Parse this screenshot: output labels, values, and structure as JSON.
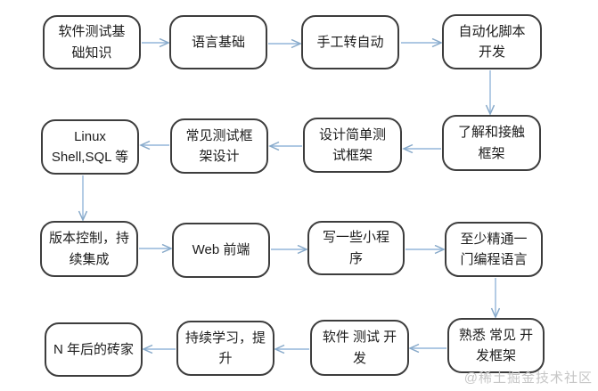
{
  "colors": {
    "box_border": "#3d3d3d",
    "box_fill": "#ffffff",
    "arrow": "#93b6da",
    "text": "#1c1c1c",
    "watermark": "#c6c6c6",
    "background": "#ffffff"
  },
  "watermark": {
    "text": "@稀土掘金技术社区"
  },
  "flowchart": {
    "nodes": {
      "r1c1": {
        "label": "软件测试基\n础知识"
      },
      "r1c2": {
        "label": "语言基础"
      },
      "r1c3": {
        "label": "手工转自动"
      },
      "r1c4": {
        "label": "自动化脚本\n开发"
      },
      "r2c1": {
        "label": "Linux\nShell,SQL 等"
      },
      "r2c2": {
        "label": "常见测试框\n架设计"
      },
      "r2c3": {
        "label": "设计简单测\n试框架"
      },
      "r2c4": {
        "label": "了解和接触\n框架"
      },
      "r3c1": {
        "label": "版本控制，持\n续集成"
      },
      "r3c2": {
        "label": "Web 前端"
      },
      "r3c3": {
        "label": "写一些小程\n序"
      },
      "r3c4": {
        "label": "至少精通一\n门编程语言"
      },
      "r4c1": {
        "label": "N 年后的砖家"
      },
      "r4c2": {
        "label": "持续学习，提\n升"
      },
      "r4c3": {
        "label": "软件 测试 开\n发"
      },
      "r4c4": {
        "label": "熟悉 常见 开\n发框架"
      }
    },
    "edges": [
      {
        "from": "r1c1",
        "to": "r1c2"
      },
      {
        "from": "r1c2",
        "to": "r1c3"
      },
      {
        "from": "r1c3",
        "to": "r1c4"
      },
      {
        "from": "r1c4",
        "to": "r2c4"
      },
      {
        "from": "r2c4",
        "to": "r2c3"
      },
      {
        "from": "r2c3",
        "to": "r2c2"
      },
      {
        "from": "r2c2",
        "to": "r2c1"
      },
      {
        "from": "r2c1",
        "to": "r3c1"
      },
      {
        "from": "r3c1",
        "to": "r3c2"
      },
      {
        "from": "r3c2",
        "to": "r3c3"
      },
      {
        "from": "r3c3",
        "to": "r3c4"
      },
      {
        "from": "r3c4",
        "to": "r4c4"
      },
      {
        "from": "r4c4",
        "to": "r4c3"
      },
      {
        "from": "r4c3",
        "to": "r4c2"
      },
      {
        "from": "r4c2",
        "to": "r4c1"
      }
    ]
  }
}
